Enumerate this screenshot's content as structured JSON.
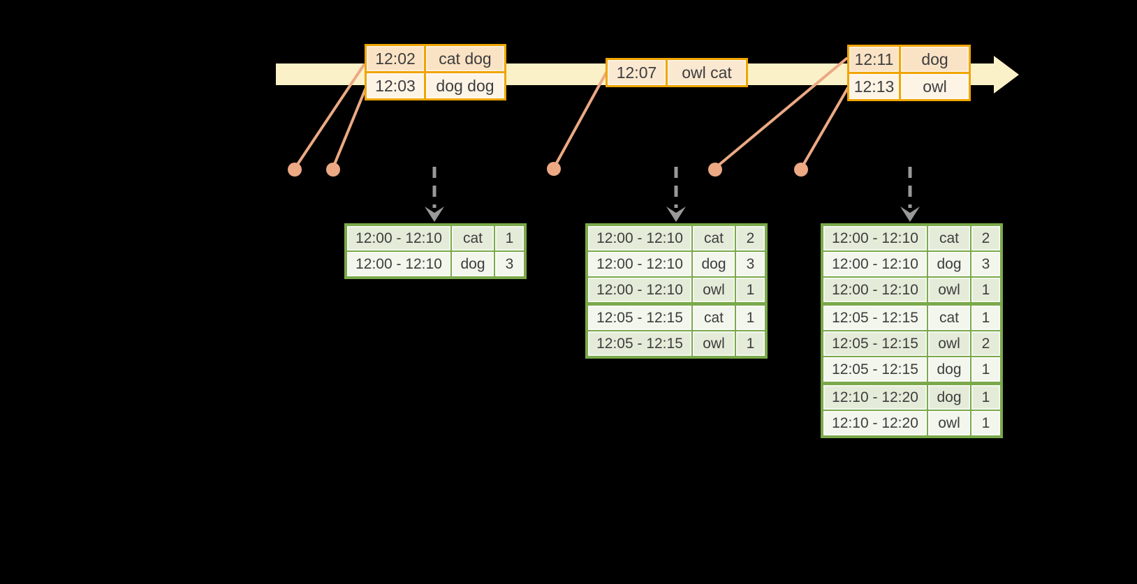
{
  "colors": {
    "background": "#000000",
    "timeline_band": "#FBF1C8",
    "event_border": "#F0A500",
    "event_row_dark": "#FAE3C5",
    "event_row_light": "#FDF4E6",
    "connector": "#ECA983",
    "result_border": "#7AA94A",
    "result_row_dark": "#E4ECD9",
    "result_row_light": "#F2F6ED",
    "trigger_arrow": "#999999",
    "text": "#3D3D3D"
  },
  "event_tables": [
    {
      "rows": [
        {
          "time": "12:02",
          "words": "cat dog"
        },
        {
          "time": "12:03",
          "words": "dog dog"
        }
      ]
    },
    {
      "rows": [
        {
          "time": "12:07",
          "words": "owl cat"
        }
      ]
    },
    {
      "rows": [
        {
          "time": "12:11",
          "words": "dog"
        },
        {
          "time": "12:13",
          "words": "owl"
        }
      ]
    }
  ],
  "result_tables": [
    {
      "rows": [
        {
          "window": "12:00 - 12:10",
          "word": "cat",
          "count": "1"
        },
        {
          "window": "12:00 - 12:10",
          "word": "dog",
          "count": "3"
        }
      ]
    },
    {
      "rows": [
        {
          "window": "12:00 - 12:10",
          "word": "cat",
          "count": "2"
        },
        {
          "window": "12:00 - 12:10",
          "word": "dog",
          "count": "3"
        },
        {
          "window": "12:00 - 12:10",
          "word": "owl",
          "count": "1"
        },
        {
          "window": "12:05 - 12:15",
          "word": "cat",
          "count": "1"
        },
        {
          "window": "12:05 - 12:15",
          "word": "owl",
          "count": "1"
        }
      ]
    },
    {
      "rows": [
        {
          "window": "12:00 - 12:10",
          "word": "cat",
          "count": "2"
        },
        {
          "window": "12:00 - 12:10",
          "word": "dog",
          "count": "3"
        },
        {
          "window": "12:00 - 12:10",
          "word": "owl",
          "count": "1"
        },
        {
          "window": "12:05 - 12:15",
          "word": "cat",
          "count": "1"
        },
        {
          "window": "12:05 - 12:15",
          "word": "owl",
          "count": "2"
        },
        {
          "window": "12:05 - 12:15",
          "word": "dog",
          "count": "1"
        },
        {
          "window": "12:10 - 12:20",
          "word": "dog",
          "count": "1"
        },
        {
          "window": "12:10 - 12:20",
          "word": "owl",
          "count": "1"
        }
      ]
    }
  ]
}
